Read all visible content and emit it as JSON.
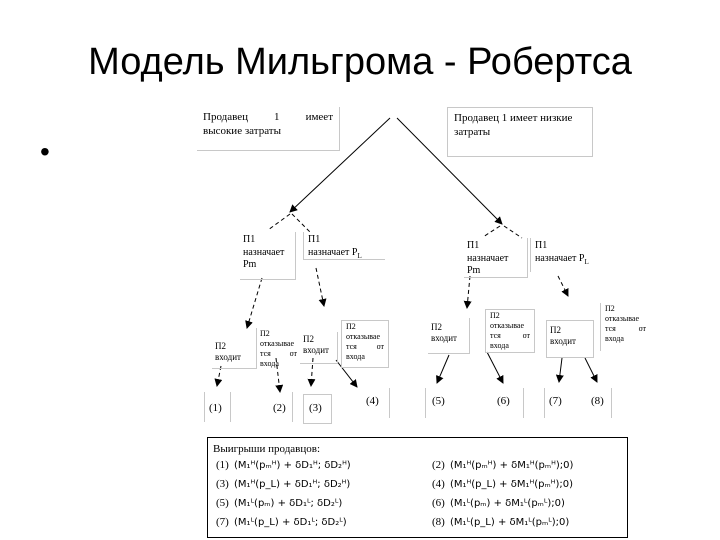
{
  "slide": {
    "title": "Модель Мильгрома - Робертса",
    "bullet": "•"
  },
  "tree": {
    "high_cost": {
      "line1_a": "Продавец",
      "line1_b": "1",
      "line1_c": "имеет",
      "line2": "высокие затраты"
    },
    "low_cost": {
      "line1": "Продавец 1 имеет низкие",
      "line2": "затраты"
    },
    "set_pm": {
      "line1": "П1",
      "line2": "назначает",
      "line3": "Pm"
    },
    "set_pl": {
      "line1": "П1",
      "line2": "назначает Р",
      "sub": "L"
    },
    "enter": {
      "line1": "П2",
      "line2": "входит"
    },
    "refuse": {
      "line1": "П2",
      "line2": "отказывае",
      "line3_a": "тся",
      "line3_b": "от",
      "line4": "входа"
    },
    "outcomes": [
      "(1)",
      "(2)",
      "(3)",
      "(4)",
      "(5)",
      "(6)",
      "(7)",
      "(8)"
    ]
  },
  "payoffs": {
    "title": "Выигрыши продавцов:",
    "rows": [
      {
        "num": "(1)",
        "formula": "(M₁ᴴ(pₘᴴ) + δD₁ᴴ; δD₂ᴴ)"
      },
      {
        "num": "(2)",
        "formula": "(M₁ᴴ(pₘᴴ) + δM₁ᴴ(pₘᴴ);0)"
      },
      {
        "num": "(3)",
        "formula": "(M₁ᴴ(p_L) + δD₁ᴴ; δD₂ᴴ)"
      },
      {
        "num": "(4)",
        "formula": "(M₁ᴴ(p_L) + δM₁ᴴ(pₘᴴ);0)"
      },
      {
        "num": "(5)",
        "formula": "(M₁ᴸ(pₘ) + δD₁ᴸ; δD₂ᴸ)"
      },
      {
        "num": "(6)",
        "formula": "(M₁ᴸ(pₘ) + δM₁ᴸ(pₘᴸ);0)"
      },
      {
        "num": "(7)",
        "formula": "(M₁ᴸ(p_L) + δD₁ᴸ; δD₂ᴸ)"
      },
      {
        "num": "(8)",
        "formula": "(M₁ᴸ(p_L) + δM₁ᴸ(pₘᴸ);0)"
      }
    ]
  }
}
